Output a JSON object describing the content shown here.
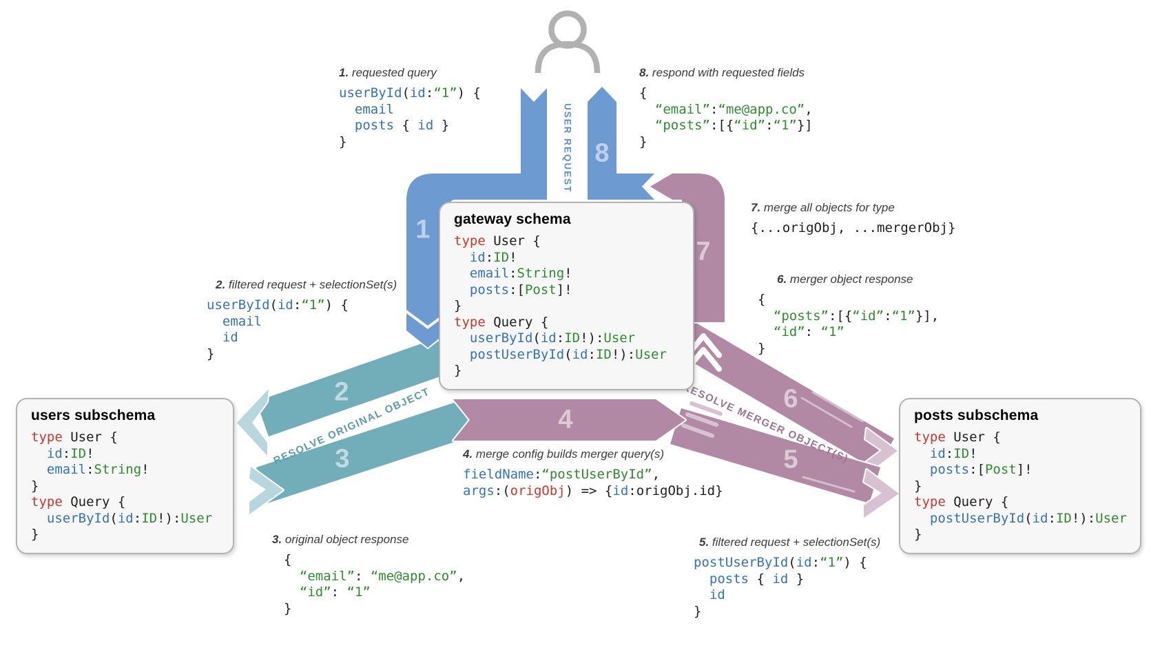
{
  "colors": {
    "blue": "#6e9ad2",
    "teal": "#72aeba",
    "purple": "#b189a4",
    "light_teal": "#b7d6dd",
    "light_purple": "#d8c2d1",
    "code_red": "#c9382c",
    "code_blue": "#3572b8",
    "code_green": "#2f8b2f",
    "code_black": "#1d1d1d",
    "user_request_text": "#5b8fd0",
    "resolve_original_text": "#5b9dab",
    "resolve_merger_text": "#9c7490",
    "panel_bg": "#f7f7f7",
    "panel_border": "#b3b3b3",
    "person_gray": "#b1b1b1",
    "annotation_text": "#3b3b3b",
    "step_number": "rgba(255,255,255,0.55)"
  },
  "ribbons": {
    "user_request_label": "USER REQUEST",
    "resolve_original_label": "RESOLVE ORIGINAL OBJECT",
    "resolve_merger_label": "RESOLVE MERGER OBJECT(S)",
    "steps": {
      "step1": "1",
      "step2": "2",
      "step3": "3",
      "step4": "4",
      "step5": "5",
      "step6": "6",
      "step7": "7",
      "step8": "8"
    }
  },
  "annotations": {
    "a1": {
      "num": "1.",
      "label": "requested query",
      "code": [
        [
          [
            "b",
            "userById"
          ],
          [
            "p",
            "("
          ],
          [
            "b",
            "id"
          ],
          [
            "p",
            ":"
          ],
          [
            "g",
            "“1”"
          ],
          [
            "p",
            ") {"
          ]
        ],
        [
          [
            "b",
            "  email"
          ]
        ],
        [
          [
            "b",
            "  posts"
          ],
          [
            "p",
            " { "
          ],
          [
            "b",
            "id"
          ],
          [
            "p",
            " }"
          ]
        ],
        [
          [
            "p",
            "}"
          ]
        ]
      ]
    },
    "a2": {
      "num": "2.",
      "label": "filtered request + selectionSet(s)",
      "code": [
        [
          [
            "b",
            "userById"
          ],
          [
            "p",
            "("
          ],
          [
            "b",
            "id"
          ],
          [
            "p",
            ":"
          ],
          [
            "g",
            "“1”"
          ],
          [
            "p",
            ") {"
          ]
        ],
        [
          [
            "b",
            "  email"
          ]
        ],
        [
          [
            "b",
            "  id"
          ]
        ],
        [
          [
            "p",
            "}"
          ]
        ]
      ]
    },
    "a3": {
      "num": "3.",
      "label": "original object response",
      "code": [
        [
          [
            "p",
            "{"
          ]
        ],
        [
          [
            "p",
            "  "
          ],
          [
            "g",
            "“email”"
          ],
          [
            "p",
            ": "
          ],
          [
            "g",
            "“me@app.co”"
          ],
          [
            "p",
            ","
          ]
        ],
        [
          [
            "p",
            "  "
          ],
          [
            "g",
            "“id”"
          ],
          [
            "p",
            ": "
          ],
          [
            "g",
            "“1”"
          ]
        ],
        [
          [
            "p",
            "}"
          ]
        ]
      ]
    },
    "a4": {
      "num": "4.",
      "label": "merge config builds merger query(s)",
      "code": [
        [
          [
            "b",
            "fieldName"
          ],
          [
            "p",
            ":"
          ],
          [
            "g",
            "“postUserById”"
          ],
          [
            "p",
            ","
          ]
        ],
        [
          [
            "b",
            "args"
          ],
          [
            "p",
            ":("
          ],
          [
            "r",
            "origObj"
          ],
          [
            "p",
            ") => {"
          ],
          [
            "b",
            "id"
          ],
          [
            "p",
            ":origObj.id}"
          ]
        ]
      ]
    },
    "a5": {
      "num": "5.",
      "label": "filtered request + selectionSet(s)",
      "code": [
        [
          [
            "b",
            "postUserById"
          ],
          [
            "p",
            "("
          ],
          [
            "b",
            "id"
          ],
          [
            "p",
            ":"
          ],
          [
            "g",
            "“1”"
          ],
          [
            "p",
            ") {"
          ]
        ],
        [
          [
            "b",
            "  posts"
          ],
          [
            "p",
            " { "
          ],
          [
            "b",
            "id"
          ],
          [
            "p",
            " }"
          ]
        ],
        [
          [
            "b",
            "  id"
          ]
        ],
        [
          [
            "p",
            "}"
          ]
        ]
      ]
    },
    "a6": {
      "num": "6.",
      "label": "merger object response",
      "code": [
        [
          [
            "p",
            "{"
          ]
        ],
        [
          [
            "p",
            "  "
          ],
          [
            "g",
            "“posts”"
          ],
          [
            "p",
            ":[{"
          ],
          [
            "g",
            "“id”"
          ],
          [
            "p",
            ":"
          ],
          [
            "g",
            "“1”"
          ],
          [
            "p",
            "}],"
          ]
        ],
        [
          [
            "p",
            "  "
          ],
          [
            "g",
            "“id”"
          ],
          [
            "p",
            ": "
          ],
          [
            "g",
            "“1”"
          ]
        ],
        [
          [
            "p",
            "}"
          ]
        ]
      ]
    },
    "a7": {
      "num": "7.",
      "label": "merge all objects for type",
      "code": [
        [
          [
            "p",
            "{...origObj, ...mergerObj}"
          ]
        ]
      ]
    },
    "a8": {
      "num": "8.",
      "label": "respond with requested fields",
      "code": [
        [
          [
            "p",
            "{"
          ]
        ],
        [
          [
            "p",
            "  "
          ],
          [
            "g",
            "“email”"
          ],
          [
            "p",
            ":"
          ],
          [
            "g",
            "“me@app.co”"
          ],
          [
            "p",
            ","
          ]
        ],
        [
          [
            "p",
            "  "
          ],
          [
            "g",
            "“posts”"
          ],
          [
            "p",
            ":[{"
          ],
          [
            "g",
            "“id”"
          ],
          [
            "p",
            ":"
          ],
          [
            "g",
            "“1”"
          ],
          [
            "p",
            "}]"
          ]
        ],
        [
          [
            "p",
            "}"
          ]
        ]
      ]
    }
  },
  "boxes": {
    "gateway": {
      "title": "gateway schema",
      "code": [
        [
          [
            "k",
            "type"
          ],
          [
            "p",
            " User {"
          ]
        ],
        [
          [
            "b",
            "  id"
          ],
          [
            "p",
            ":"
          ],
          [
            "g",
            "ID"
          ],
          [
            "p",
            "!"
          ]
        ],
        [
          [
            "b",
            "  email"
          ],
          [
            "p",
            ":"
          ],
          [
            "g",
            "String"
          ],
          [
            "p",
            "!"
          ]
        ],
        [
          [
            "b",
            "  posts"
          ],
          [
            "p",
            ":["
          ],
          [
            "g",
            "Post"
          ],
          [
            "p",
            "]!"
          ]
        ],
        [
          [
            "p",
            "}"
          ]
        ],
        [
          [
            "k",
            "type"
          ],
          [
            "p",
            " Query {"
          ]
        ],
        [
          [
            "b",
            "  userById"
          ],
          [
            "p",
            "("
          ],
          [
            "b",
            "id"
          ],
          [
            "p",
            ":"
          ],
          [
            "g",
            "ID"
          ],
          [
            "p",
            "!):"
          ],
          [
            "g",
            "User"
          ]
        ],
        [
          [
            "b",
            "  postUserById"
          ],
          [
            "p",
            "("
          ],
          [
            "b",
            "id"
          ],
          [
            "p",
            ":"
          ],
          [
            "g",
            "ID"
          ],
          [
            "p",
            "!):"
          ],
          [
            "g",
            "User"
          ]
        ],
        [
          [
            "p",
            "}"
          ]
        ]
      ]
    },
    "users": {
      "title": "users subschema",
      "code": [
        [
          [
            "k",
            "type"
          ],
          [
            "p",
            " User {"
          ]
        ],
        [
          [
            "b",
            "  id"
          ],
          [
            "p",
            ":"
          ],
          [
            "g",
            "ID"
          ],
          [
            "p",
            "!"
          ]
        ],
        [
          [
            "b",
            "  email"
          ],
          [
            "p",
            ":"
          ],
          [
            "g",
            "String"
          ],
          [
            "p",
            "!"
          ]
        ],
        [
          [
            "p",
            "}"
          ]
        ],
        [
          [
            "k",
            "type"
          ],
          [
            "p",
            " Query {"
          ]
        ],
        [
          [
            "b",
            "  userById"
          ],
          [
            "p",
            "("
          ],
          [
            "b",
            "id"
          ],
          [
            "p",
            ":"
          ],
          [
            "g",
            "ID"
          ],
          [
            "p",
            "!):"
          ],
          [
            "g",
            "User"
          ]
        ],
        [
          [
            "p",
            "}"
          ]
        ]
      ]
    },
    "posts": {
      "title": "posts subschema",
      "code": [
        [
          [
            "k",
            "type"
          ],
          [
            "p",
            " User {"
          ]
        ],
        [
          [
            "b",
            "  id"
          ],
          [
            "p",
            ":"
          ],
          [
            "g",
            "ID"
          ],
          [
            "p",
            "!"
          ]
        ],
        [
          [
            "b",
            "  posts"
          ],
          [
            "p",
            ":["
          ],
          [
            "g",
            "Post"
          ],
          [
            "p",
            "]!"
          ]
        ],
        [
          [
            "p",
            "}"
          ]
        ],
        [
          [
            "k",
            "type"
          ],
          [
            "p",
            " Query {"
          ]
        ],
        [
          [
            "b",
            "  postUserById"
          ],
          [
            "p",
            "("
          ],
          [
            "b",
            "id"
          ],
          [
            "p",
            ":"
          ],
          [
            "g",
            "ID"
          ],
          [
            "p",
            "!):"
          ],
          [
            "g",
            "User"
          ]
        ],
        [
          [
            "p",
            "}"
          ]
        ]
      ]
    }
  }
}
